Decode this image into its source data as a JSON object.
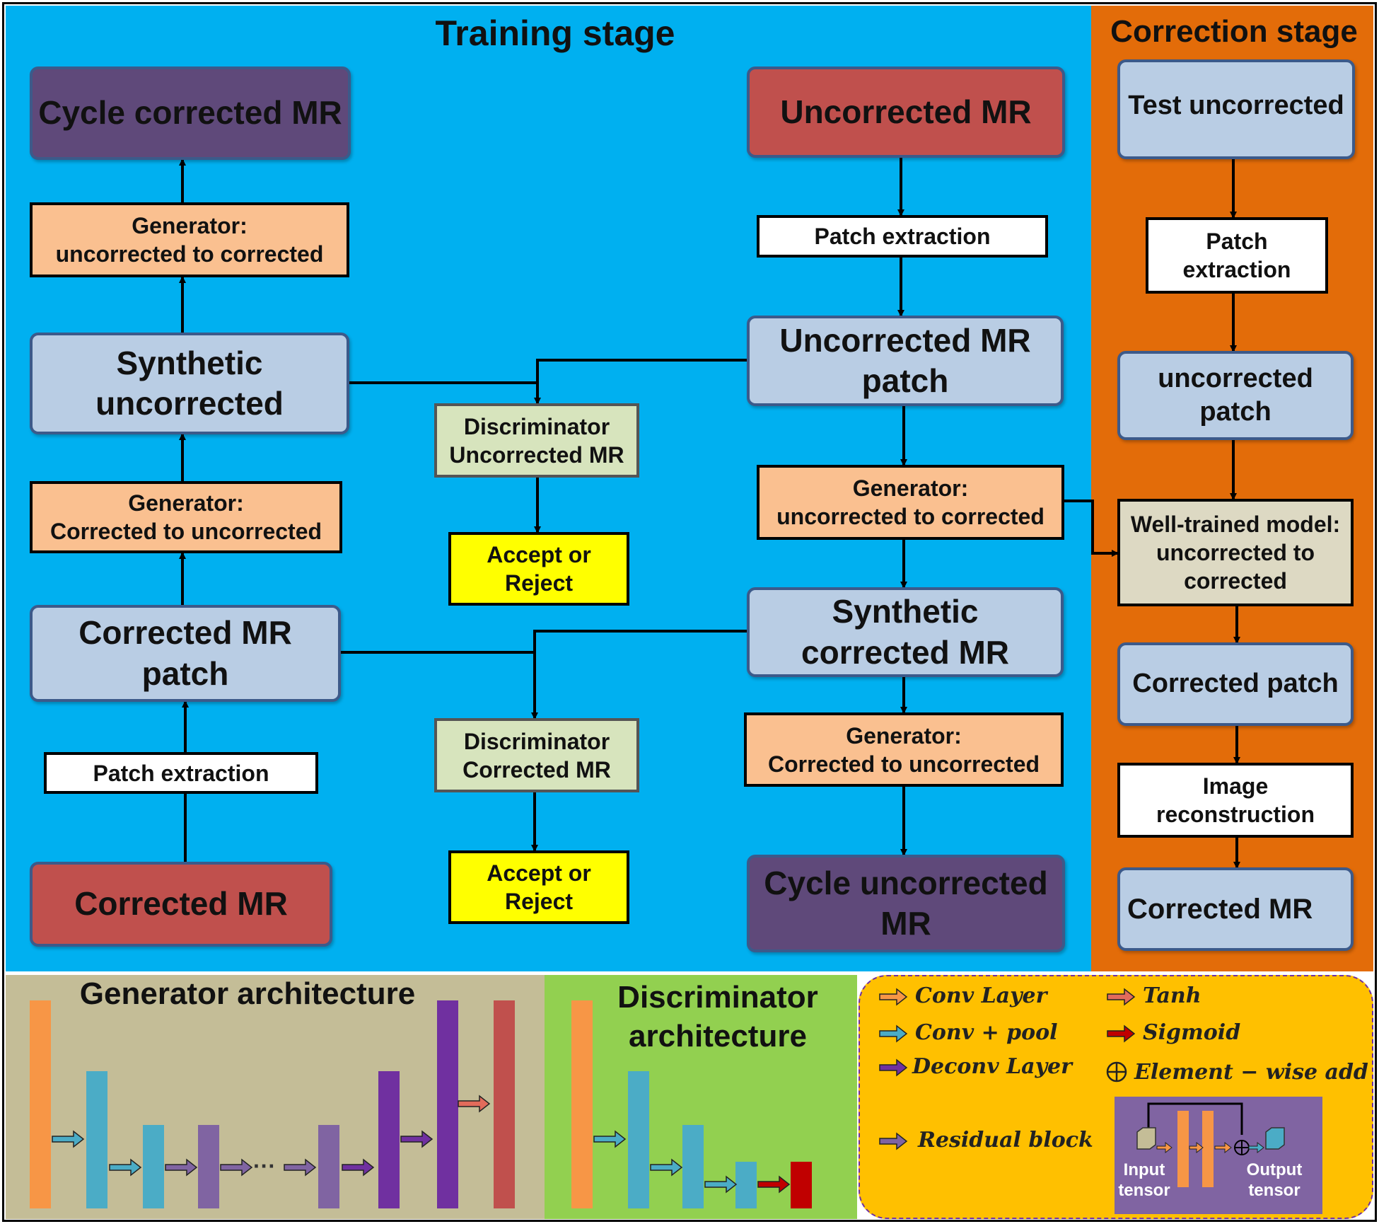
{
  "training": {
    "title": "Training stage",
    "cycle_corrected": "Cycle corrected MR",
    "gen_u2c_left": "Generator:\nuncorrected to corrected",
    "synthetic_uncorrected": "Synthetic\nuncorrected",
    "gen_c2u_left": "Generator:\nCorrected to uncorrected",
    "corrected_patch": "Corrected MR\npatch",
    "patch_extraction_left": "Patch extraction",
    "corrected_mr": "Corrected MR",
    "disc_uncorrected": "Discriminator\nUncorrected MR",
    "accept_reject_1": "Accept or\nReject",
    "disc_corrected": "Discriminator\nCorrected MR",
    "accept_reject_2": "Accept or\nReject",
    "uncorrected_mr": "Uncorrected MR",
    "patch_extraction_right": "Patch extraction",
    "uncorrected_patch": "Uncorrected MR\npatch",
    "gen_u2c_right": "Generator:\nuncorrected to corrected",
    "synthetic_corrected": "Synthetic\ncorrected MR",
    "gen_c2u_right": "Generator:\nCorrected to uncorrected",
    "cycle_uncorrected": "Cycle uncorrected\nMR"
  },
  "correction": {
    "title": "Correction stage",
    "test_uncorrected": "Test uncorrected",
    "patch_extraction": "Patch\nextraction",
    "uncorrected_patch": "uncorrected\npatch",
    "well_trained": "Well-trained model:\nuncorrected to\ncorrected",
    "corrected_patch": "Corrected patch",
    "image_reconstruction": "Image\nreconstruction",
    "corrected_mr": "Corrected MR"
  },
  "generator_arch": {
    "title": "Generator architecture",
    "ellipsis": "···"
  },
  "discriminator_arch": {
    "title": "Discriminator\narchitecture"
  },
  "legend": {
    "conv_layer": "Conv Layer",
    "tanh": "Tanh",
    "conv_pool": "Conv + pool",
    "sigmoid": "Sigmoid",
    "deconv_layer": "Deconv Layer",
    "element_wise_add": "Element − wise add",
    "residual_block": "Residual block",
    "input_tensor": "Input\ntensor",
    "output_tensor": "Output\ntensor"
  },
  "colors": {
    "training_bg": "#00b0f0",
    "correction_bg": "#e36c09",
    "generator_bg": "#c4bd97",
    "discriminator_bg": "#92d050",
    "legend_bg": "#ffc000",
    "conv": "#f79646",
    "conv_pool": "#4bacc6",
    "deconv": "#7030a0",
    "residual": "#8064a2",
    "tanh": "#c0504d",
    "sigmoid": "#c00000"
  },
  "icons": [
    "conv-arrow-icon",
    "conv-pool-arrow-icon",
    "deconv-arrow-icon",
    "residual-arrow-icon",
    "tanh-arrow-icon",
    "sigmoid-arrow-icon",
    "element-wise-add-icon"
  ]
}
